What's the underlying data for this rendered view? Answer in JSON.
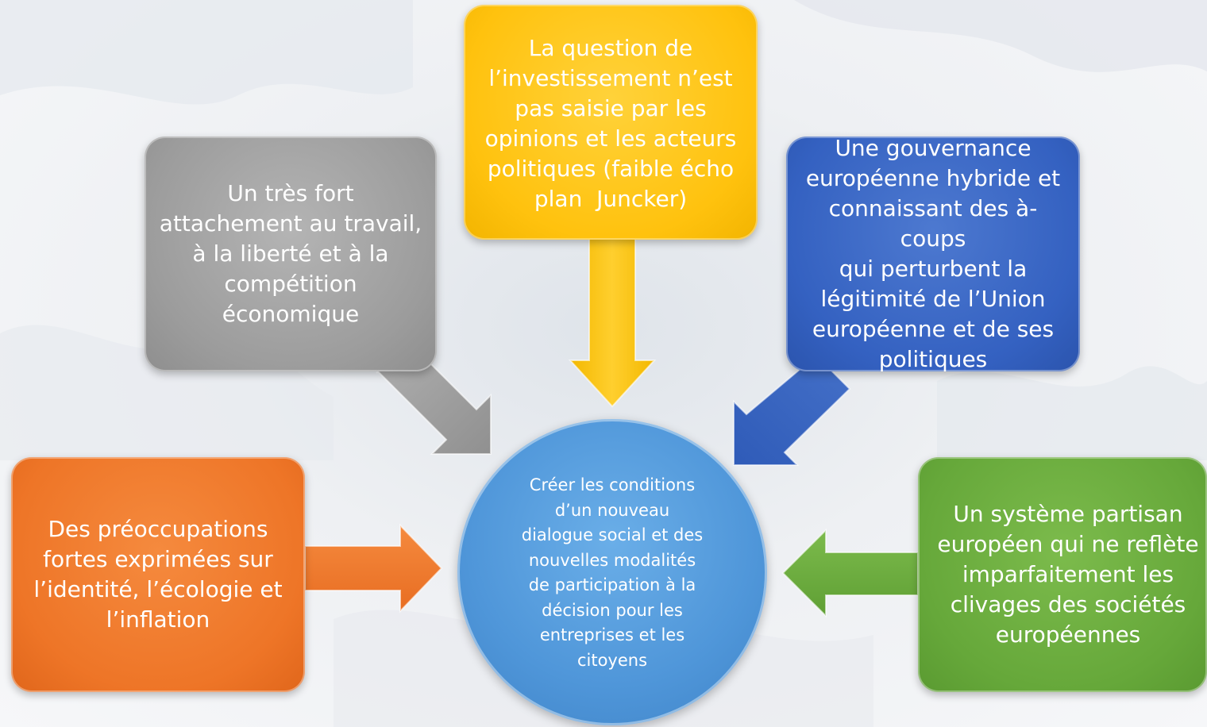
{
  "colors": {
    "gray": "#9e9e9e",
    "yellow": "#ffc20e",
    "blue": "#3461c1",
    "orange": "#ee7527",
    "green": "#66a83a",
    "center": "#4f96d9",
    "text": "#ffffff"
  },
  "boxes": {
    "gray": {
      "lines": [
        "Un très fort",
        "attachement au travail,",
        "à la liberté et à la",
        "compétition",
        "économique"
      ]
    },
    "yellow": {
      "lines": [
        "La question de",
        "l’investissement n’est",
        "pas saisie par les",
        "opinions et les acteurs",
        "politiques (faible écho",
        "plan  Juncker)"
      ]
    },
    "blue": {
      "lines": [
        "Une gouvernance",
        "européenne hybride et",
        "connaissant des à-coups",
        "qui perturbent la",
        "légitimité de l’Union",
        "européenne et de ses",
        "politiques"
      ]
    },
    "orange": {
      "lines": [
        "Des préoccupations",
        "fortes exprimées sur",
        "l’identité, l’écologie et",
        "l’inflation"
      ]
    },
    "green": {
      "lines": [
        "Un système partisan",
        "européen qui ne reflète",
        "imparfaitement les",
        "clivages des sociétés",
        "européennes"
      ]
    }
  },
  "center": {
    "lines": [
      "Créer les conditions",
      "d’un nouveau",
      "dialogue social et des",
      "nouvelles modalités",
      "de participation à la",
      "décision pour les",
      "entreprises et les",
      "citoyens"
    ]
  }
}
